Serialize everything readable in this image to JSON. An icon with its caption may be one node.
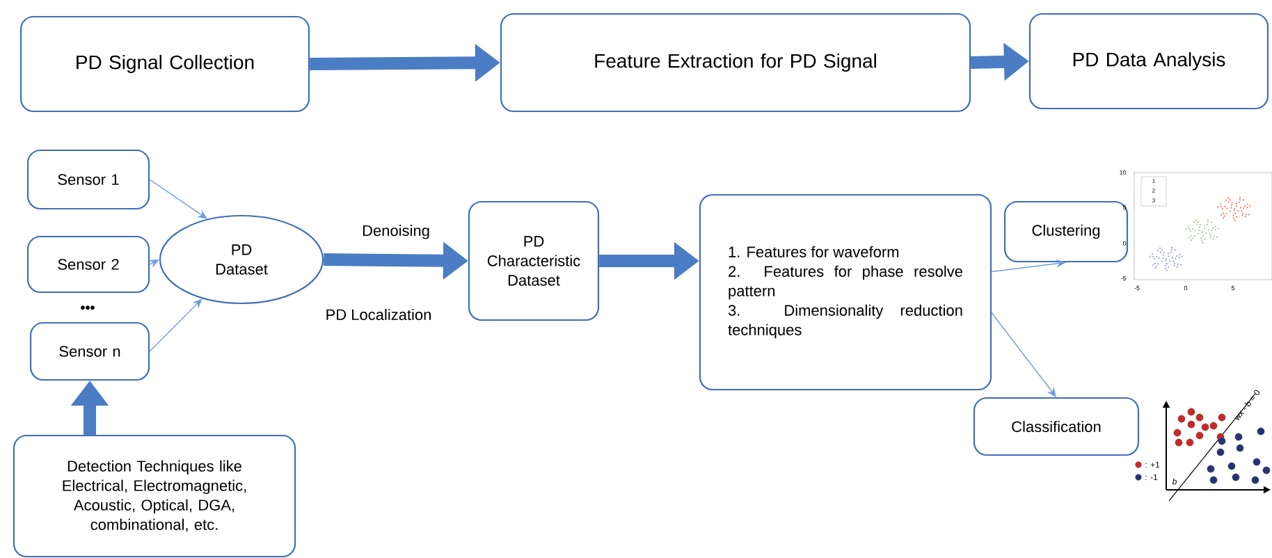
{
  "diagram": {
    "nodes": [
      {
        "text": [
          "PD Signal Collection"
        ]
      },
      {
        "text": [
          "Feature Extraction for PD Signal"
        ]
      },
      {
        "text": [
          "PD Data Analysis"
        ]
      },
      {
        "text": [
          "Sensor 1"
        ]
      },
      {
        "text": [
          "Sensor 2"
        ]
      },
      {
        "text": [
          "Sensor n"
        ]
      },
      {
        "text": [
          "PD Dataset"
        ]
      },
      {
        "text": [
          "PD Characteristic Dataset"
        ]
      },
      {
        "text": [
          "1. Features for waveform",
          "2. Features for phase resolve pattern",
          "3. Dimensionality reduction techniques"
        ]
      },
      {
        "text": [
          "Clustering"
        ]
      },
      {
        "text": [
          "Classification"
        ]
      },
      {
        "text": [
          "Detection Techniques like Electrical, Electromagnetic, Acoustic, Optical, DGA, combinational, etc."
        ]
      }
    ],
    "edges": [
      {
        "from": 0,
        "to": 1,
        "arrow": "to",
        "style": "thick"
      },
      {
        "from": 1,
        "to": 2,
        "arrow": "to",
        "style": "thick"
      },
      {
        "from": 3,
        "to": 6,
        "arrow": "to"
      },
      {
        "from": 4,
        "to": 6,
        "arrow": "to"
      },
      {
        "from": 5,
        "to": 6,
        "arrow": "to"
      },
      {
        "from": 6,
        "to": 7,
        "arrow": "to",
        "style": "thick",
        "label": "Denoising"
      },
      {
        "from": 7,
        "to": 8,
        "arrow": "to",
        "style": "thick"
      },
      {
        "from": 8,
        "to": 9,
        "arrow": "to"
      },
      {
        "from": 8,
        "to": 10,
        "arrow": "to"
      },
      {
        "from": 11,
        "to": 5,
        "arrow": "to",
        "style": "thick"
      }
    ],
    "labels": [
      "PD Localization",
      "•••",
      "10",
      "5",
      "0",
      "-5",
      "-5",
      "0",
      "5",
      "1",
      "2",
      "3",
      "wx - b = 0",
      ": +1",
      ": -1",
      "b"
    ]
  }
}
